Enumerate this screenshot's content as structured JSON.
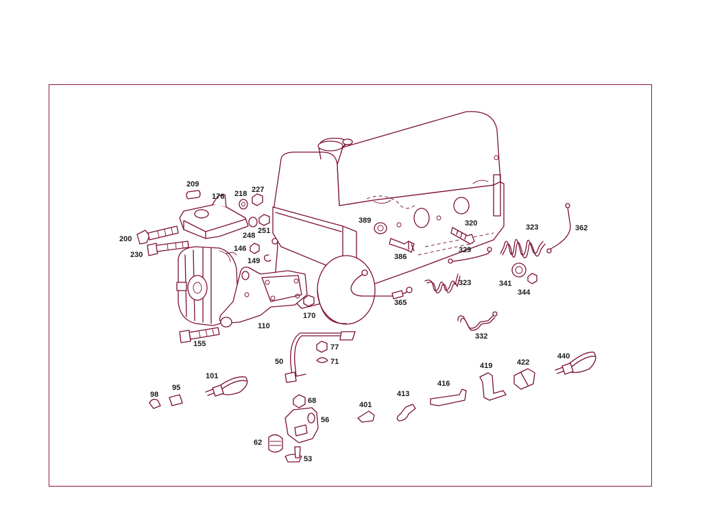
{
  "colors": {
    "frame": "#8a1538",
    "ink": "#7a0f2e",
    "label": "#1a1a1a",
    "background": "#ffffff"
  },
  "callouts": {
    "c209": "209",
    "c176": "176",
    "c218": "218",
    "c227": "227",
    "c200": "200",
    "c230": "230",
    "c248": "248",
    "c251": "251",
    "c146": "146",
    "c149": "149",
    "c389": "389",
    "c320": "320",
    "c323a": "323",
    "c362": "362",
    "c329": "329",
    "c386": "386",
    "c323b": "323",
    "c341": "341",
    "c344": "344",
    "c365": "365",
    "c110": "110",
    "c170": "170",
    "c155": "155",
    "c332": "332",
    "c77": "77",
    "c71": "71",
    "c50": "50",
    "c101": "101",
    "c98": "98",
    "c95": "95",
    "c68": "68",
    "c56": "56",
    "c62": "62",
    "c53": "53",
    "c401": "401",
    "c413": "413",
    "c416": "416",
    "c419": "419",
    "c422": "422",
    "c440": "440"
  }
}
